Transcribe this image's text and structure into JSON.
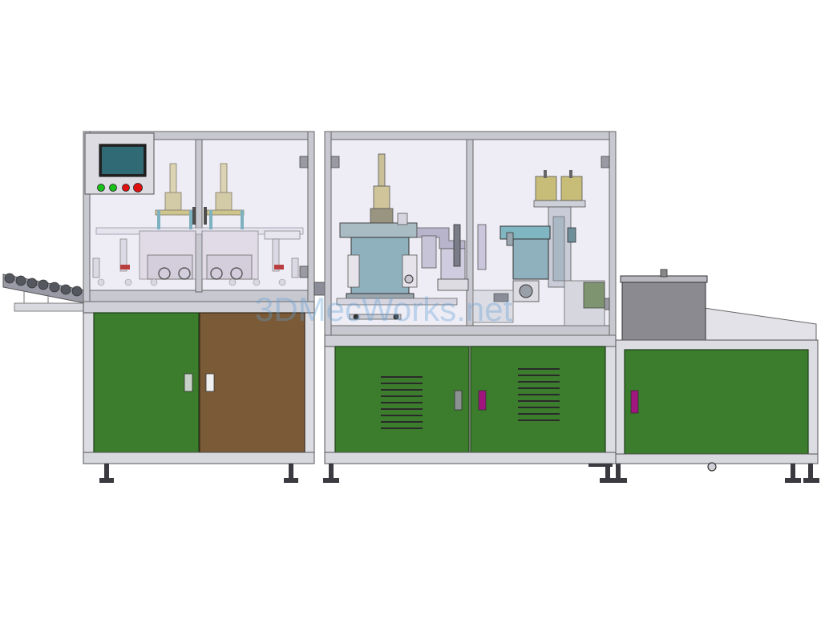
{
  "watermark": {
    "text": "3DMecWorks.net"
  },
  "colors": {
    "background": "#ffffff",
    "frame": "#c8c8d0",
    "frame_dark": "#7e8090",
    "cabinet_door_green": "#3b7d2c",
    "cabinet_door_brown": "#7b5a37",
    "glass": "#eeedf5",
    "screen": "#2f6a75",
    "tank_blue": "#8fb0bd",
    "hopper_yellow": "#c7bd78",
    "handle_magenta": "#a0157e",
    "button_green": "#18c018",
    "button_red": "#e01010"
  },
  "machine": {
    "modules": [
      "left-station",
      "middle-station",
      "right-bin-station"
    ],
    "control_panel": {
      "buttons": [
        "green",
        "green",
        "red",
        "red"
      ]
    }
  }
}
